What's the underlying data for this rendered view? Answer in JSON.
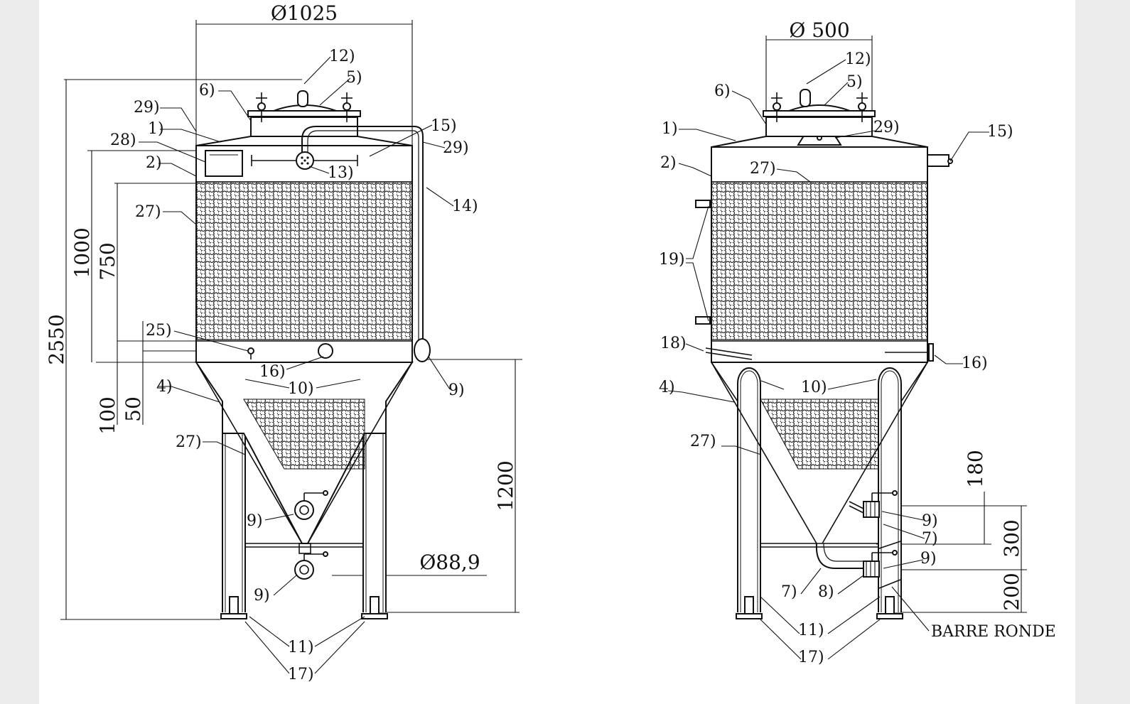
{
  "left_view": {
    "dimensions": {
      "diameter": "Ø1025",
      "total_height": "2550",
      "height_1000": "1000",
      "height_750": "750",
      "height_100": "100",
      "height_50": "50",
      "leg_height": "1200",
      "leg_diameter": "Ø88,9"
    },
    "labels": {
      "l12": "12)",
      "l5": "5)",
      "l6": "6)",
      "l29a": "29)",
      "l1": "1)",
      "l28": "28)",
      "l2": "2)",
      "l15": "15)",
      "l29b": "29)",
      "l13": "13)",
      "l14": "14)",
      "l27a": "27)",
      "l25": "25)",
      "l16": "16)",
      "l10": "10)",
      "l9a": "9)",
      "l4": "4)",
      "l27b": "27)",
      "l9b": "9)",
      "l9c": "9)",
      "l11": "11)",
      "l17": "17)"
    }
  },
  "right_view": {
    "dimensions": {
      "diameter": "Ø 500",
      "d180": "180",
      "d300": "300",
      "d200": "200"
    },
    "labels": {
      "l12": "12)",
      "l5": "5)",
      "l6": "6)",
      "l1": "1)",
      "l29": "29)",
      "l15": "15)",
      "l2": "2)",
      "l27a": "27)",
      "l19": "19)",
      "l18": "18)",
      "l16": "16)",
      "l4": "4)",
      "l10": "10)",
      "l27b": "27)",
      "l9a": "9)",
      "l7a": "7)",
      "l9b": "9)",
      "l7b": "7)",
      "l8": "8)",
      "l11": "11)",
      "l17": "17)"
    },
    "note": "BARRE RONDE"
  },
  "colors": {
    "line": "#111111",
    "paper": "#ffffff",
    "margin": "#ececec"
  }
}
